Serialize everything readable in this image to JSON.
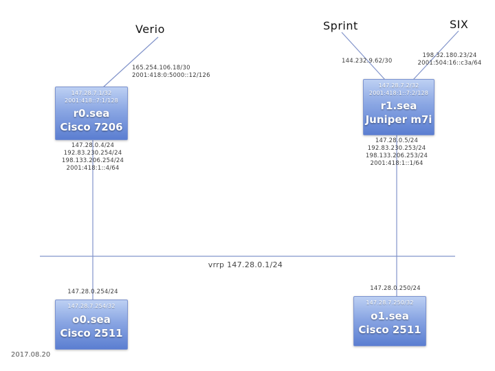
{
  "date": "2017.08.20",
  "vrrp": {
    "label": "vrrp 147.28.0.1/24"
  },
  "uplinks": {
    "verio": {
      "label": "Verio",
      "addresses": [
        "165.254.106.18/30",
        "2001:418:0:5000::12/126"
      ]
    },
    "sprint": {
      "label": "Sprint",
      "addresses": [
        "144.232.9.62/30"
      ]
    },
    "six": {
      "label": "SIX",
      "addresses": [
        "198.32.180.23/24",
        "2001:504:16::c3a/64"
      ]
    }
  },
  "routers": {
    "r0": {
      "loopbacks": [
        "147.28.7.1/32",
        "2001:418::7:1/128"
      ],
      "name": "r0.sea",
      "model": "Cisco 7206",
      "lan_addresses": [
        "147.28.0.4/24",
        "192.83.230.254/24",
        "198.133.206.254/24",
        "2001:418:1::4/64"
      ]
    },
    "r1": {
      "loopbacks": [
        "147.28.7.2/32",
        "2001:418:1::7:2/128"
      ],
      "name": "r1.sea",
      "model": "Juniper m7i",
      "lan_addresses": [
        "147.28.0.5/24",
        "192.83.230.253/24",
        "198.133.206.253/24",
        "2001:418:1::1/64"
      ]
    }
  },
  "consoles": {
    "o0": {
      "lan_address": "147.28.0.254/24",
      "loopback": "147.28.7.254/32",
      "name": "o0.sea",
      "model": "Cisco 2511"
    },
    "o1": {
      "lan_address": "147.28.0.250/24",
      "loopback": "147.28.7.250/32",
      "name": "o1.sea",
      "model": "Cisco 2511"
    }
  },
  "colors": {
    "node_gradient_top": "#bdd0f3",
    "node_gradient_bottom": "#5b7ed1",
    "link_line": "#8193ca"
  }
}
